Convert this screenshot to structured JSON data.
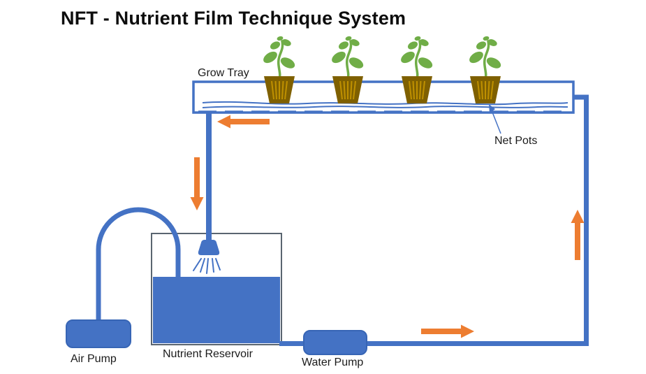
{
  "title": "NFT - Nutrient Film Technique System",
  "labels": {
    "grow_tray": "Grow Tray",
    "net_pots": "Net Pots",
    "air_pump": "Air Pump",
    "nutrient_reservoir": "Nutrient Reservoir",
    "water_pump": "Water Pump"
  },
  "colors": {
    "pipe_blue": "#4472C4",
    "water_blue": "#4472C4",
    "arrow_orange": "#ED7D31",
    "pot_brown": "#7F6000",
    "pot_slit": "#BF9000",
    "plant_green": "#70AD47",
    "tank_border": "#5A6570",
    "pump_outline": "#3765B5",
    "tray_fill": "#FFFFFF"
  },
  "diagram": {
    "plant_count": 4,
    "flow_direction": [
      "left",
      "down",
      "right",
      "up"
    ]
  }
}
